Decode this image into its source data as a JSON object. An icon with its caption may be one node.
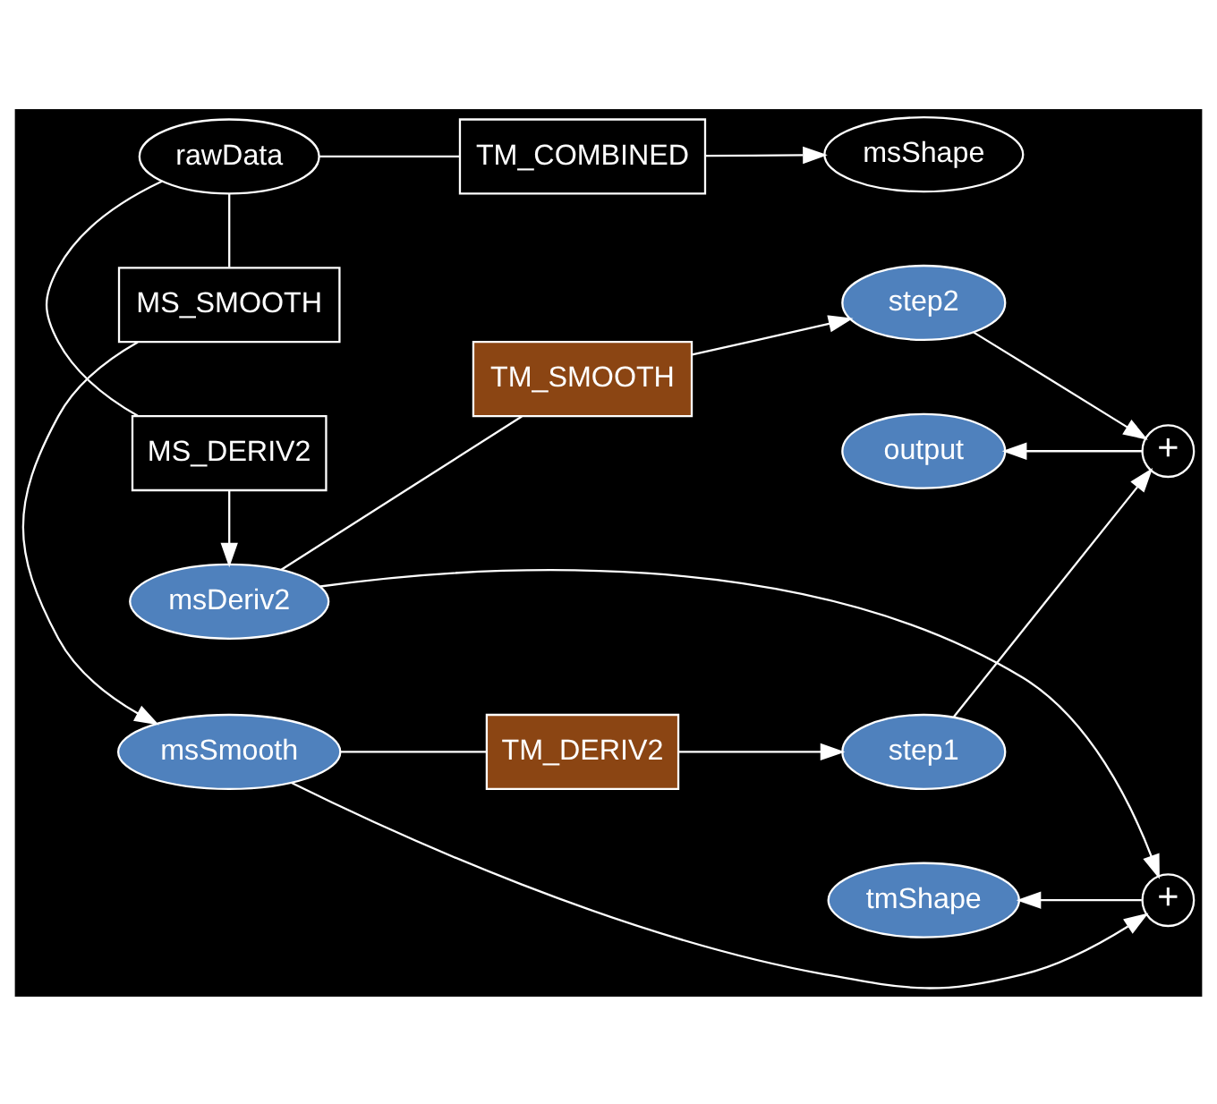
{
  "diagram": {
    "nodes": [
      {
        "text": [
          "msSmooth"
        ]
      },
      {
        "text": [
          "TM_DERIV2"
        ]
      },
      {
        "text": [
          "step1"
        ]
      },
      {
        "text": [
          "MS_SMOOTH"
        ]
      },
      {
        "text": [
          "+"
        ]
      },
      {
        "text": [
          "output"
        ]
      },
      {
        "text": [
          "rawData"
        ]
      },
      {
        "text": [
          "TM_COMBINED"
        ]
      },
      {
        "text": [
          "msShape"
        ]
      },
      {
        "text": [
          "MS_DERIV2"
        ]
      },
      {
        "text": [
          "+"
        ]
      },
      {
        "text": [
          "tmShape"
        ]
      },
      {
        "text": [
          "msDeriv2"
        ]
      },
      {
        "text": [
          "TM_SMOOTH"
        ]
      },
      {
        "text": [
          "step2"
        ]
      }
    ],
    "edges": [
      {
        "from": 6,
        "to": 3,
        "arrow": "none"
      },
      {
        "from": 3,
        "to": 0,
        "arrow": "to"
      },
      {
        "from": 0,
        "to": 1,
        "arrow": "none"
      },
      {
        "from": 1,
        "to": 2,
        "arrow": "to"
      },
      {
        "from": 0,
        "to": 10,
        "arrow": "to"
      },
      {
        "from": 2,
        "to": 4,
        "arrow": "to"
      },
      {
        "from": 4,
        "to": 5,
        "arrow": "to"
      },
      {
        "from": 14,
        "to": 4,
        "arrow": "to"
      },
      {
        "from": 6,
        "to": 7,
        "arrow": "none"
      },
      {
        "from": 7,
        "to": 8,
        "arrow": "to"
      },
      {
        "from": 6,
        "to": 9,
        "arrow": "none"
      },
      {
        "from": 9,
        "to": 12,
        "arrow": "to"
      },
      {
        "from": 12,
        "to": 10,
        "arrow": "to"
      },
      {
        "from": 10,
        "to": 11,
        "arrow": "to"
      },
      {
        "from": 12,
        "to": 13,
        "arrow": "none"
      },
      {
        "from": 13,
        "to": 14,
        "arrow": "to"
      }
    ]
  }
}
